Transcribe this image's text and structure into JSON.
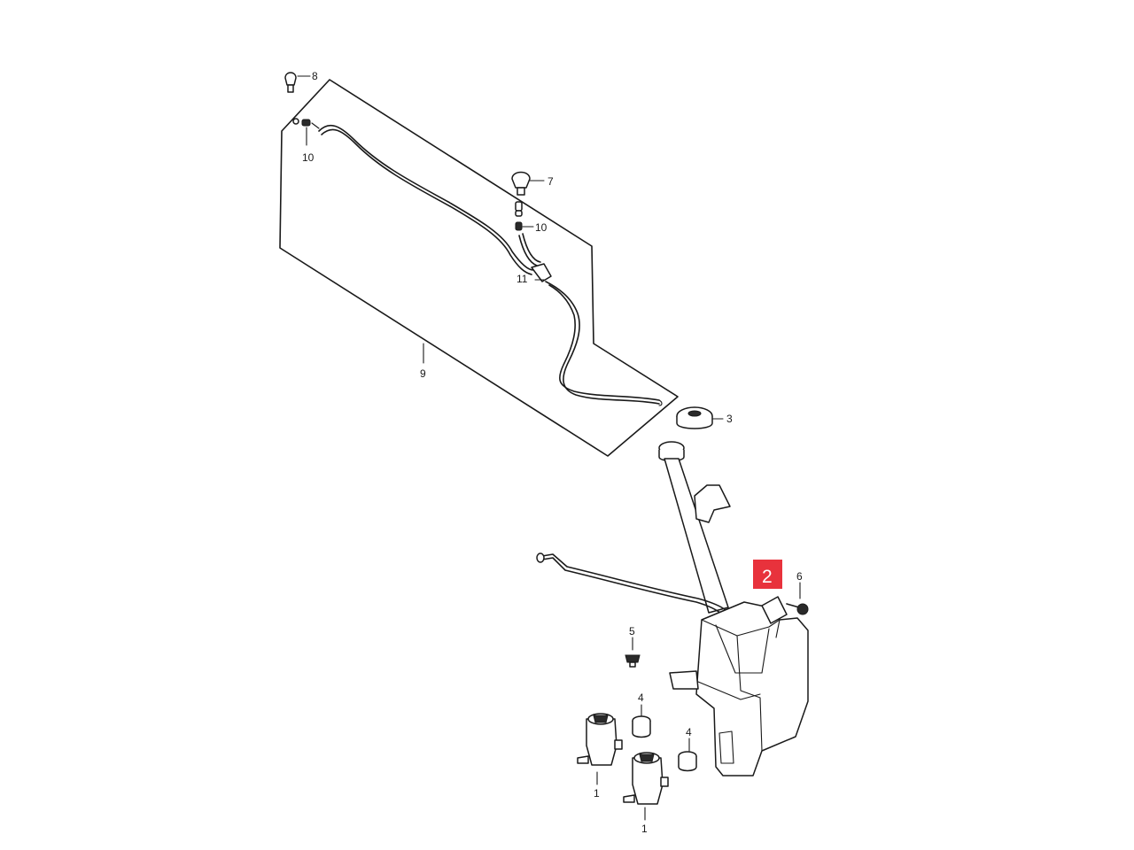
{
  "labels": {
    "pump_left": "1",
    "pump_right": "1",
    "tank_highlight": "2",
    "cap": "3",
    "grommet_left": "4",
    "grommet_right": "4",
    "screw": "5",
    "bolt": "6",
    "nozzle": "7",
    "clip": "8",
    "hose_assembly": "9",
    "joint_top": "10",
    "joint_mid": "10",
    "connector": "11"
  },
  "colors": {
    "highlight": "#e8323c",
    "line": "#1a1a1a",
    "background": "#ffffff"
  }
}
